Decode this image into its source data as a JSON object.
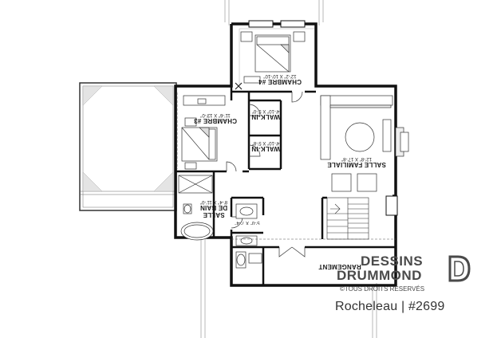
{
  "rooms": {
    "chambre4": {
      "name": "CHAMBRE #4",
      "dims": "12'-2\" X 10'-10\""
    },
    "chambre3": {
      "name": "CHAMBRE #3",
      "dims": "11'-6\" X 13'-0\""
    },
    "walkin1": {
      "name": "WALK-IN",
      "dims": "4'-10\" X 5'-0\""
    },
    "walkin2": {
      "name": "WALK-IN",
      "dims": "4'-10\" X 5'-8\""
    },
    "salle_familiale": {
      "name": "SALLE FAMILIALE",
      "dims": "12'-8\" X 17'-8\""
    },
    "salle_de_bain": {
      "name_line1": "SALLE",
      "name_line2": "DE BAIN",
      "dims": "8'-4\" X 11'-0\""
    },
    "closet": {
      "dims": "5'-0\" X 7'-4\""
    },
    "rangement": {
      "name": "RANGEMENT"
    }
  },
  "brand": {
    "line1": "DESSINS",
    "line2": "DRUMMOND",
    "copyright": "©TOUS DROITS RÉSERVÉS",
    "caption": "Rocheleau | #2699",
    "colors": {
      "logo": "#4a4a4a",
      "wall": "#111111",
      "hatch": "#9a9a9a"
    }
  }
}
